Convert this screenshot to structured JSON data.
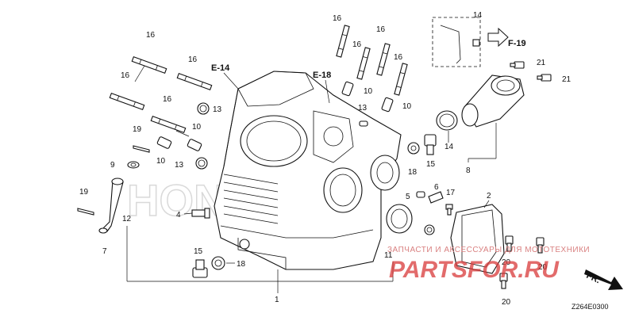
{
  "diagram": {
    "diagram_code": "Z264E0300",
    "watermark": {
      "brand": "PARTSFOR.RU",
      "tagline": "ЗАПЧАСТИ И АКСЕССУАРЫ ДЛЯ МОТОТЕХНИКИ",
      "logo_text": "HONDA"
    },
    "direction_marker": "FR.",
    "references": [
      "E-14",
      "E-18",
      "F-19"
    ],
    "callouts": {
      "c1": "1",
      "c2": "2",
      "c4": "4",
      "c5": "5",
      "c6": "6",
      "c7": "7",
      "c8": "8",
      "c9": "9",
      "c10": "10",
      "c11": "11",
      "c12": "12",
      "c13": "13",
      "c14": "14",
      "c15": "15",
      "c16": "16",
      "c17": "17",
      "c18": "18",
      "c19": "19",
      "c20": "20",
      "c21": "21"
    }
  }
}
